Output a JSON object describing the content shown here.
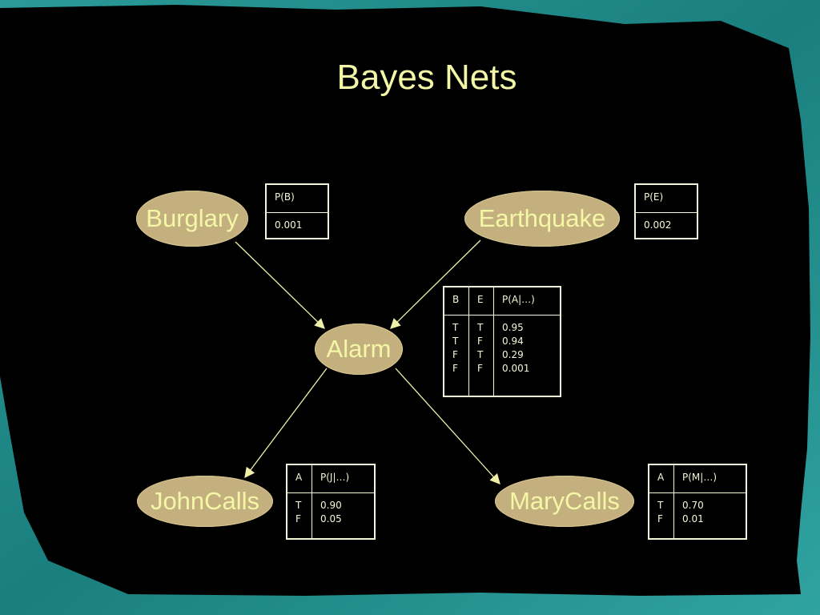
{
  "title": "Bayes Nets",
  "colors": {
    "background": "#000000",
    "frame": "#1f8a88",
    "node_fill": "#c4b07f",
    "text": "#f4f7a6",
    "edge": "#eef0a6"
  },
  "nodes": {
    "burglary": "Burglary",
    "earthquake": "Earthquake",
    "alarm": "Alarm",
    "johncalls": "JohnCalls",
    "marycalls": "MaryCalls"
  },
  "edges": [
    {
      "from": "Burglary",
      "to": "Alarm"
    },
    {
      "from": "Earthquake",
      "to": "Alarm"
    },
    {
      "from": "Alarm",
      "to": "JohnCalls"
    },
    {
      "from": "Alarm",
      "to": "MaryCalls"
    }
  ],
  "cpt_burglary": {
    "header": "P(B)",
    "value": "0.001"
  },
  "cpt_earthquake": {
    "header": "P(E)",
    "value": "0.002"
  },
  "cpt_alarm": {
    "headers": [
      "B",
      "E",
      "P(A|…)"
    ],
    "col_b": "T\nT\nF\nF",
    "col_e": "T\nF\nT\nF",
    "col_p": "0.95\n0.94\n0.29\n0.001"
  },
  "cpt_john": {
    "headers": [
      "A",
      "P(J|…)"
    ],
    "col_a": "T\nF",
    "col_p": "0.90\n0.05"
  },
  "cpt_mary": {
    "headers": [
      "A",
      "P(M|…)"
    ],
    "col_a": "T\nF",
    "col_p": "0.70\n0.01"
  }
}
